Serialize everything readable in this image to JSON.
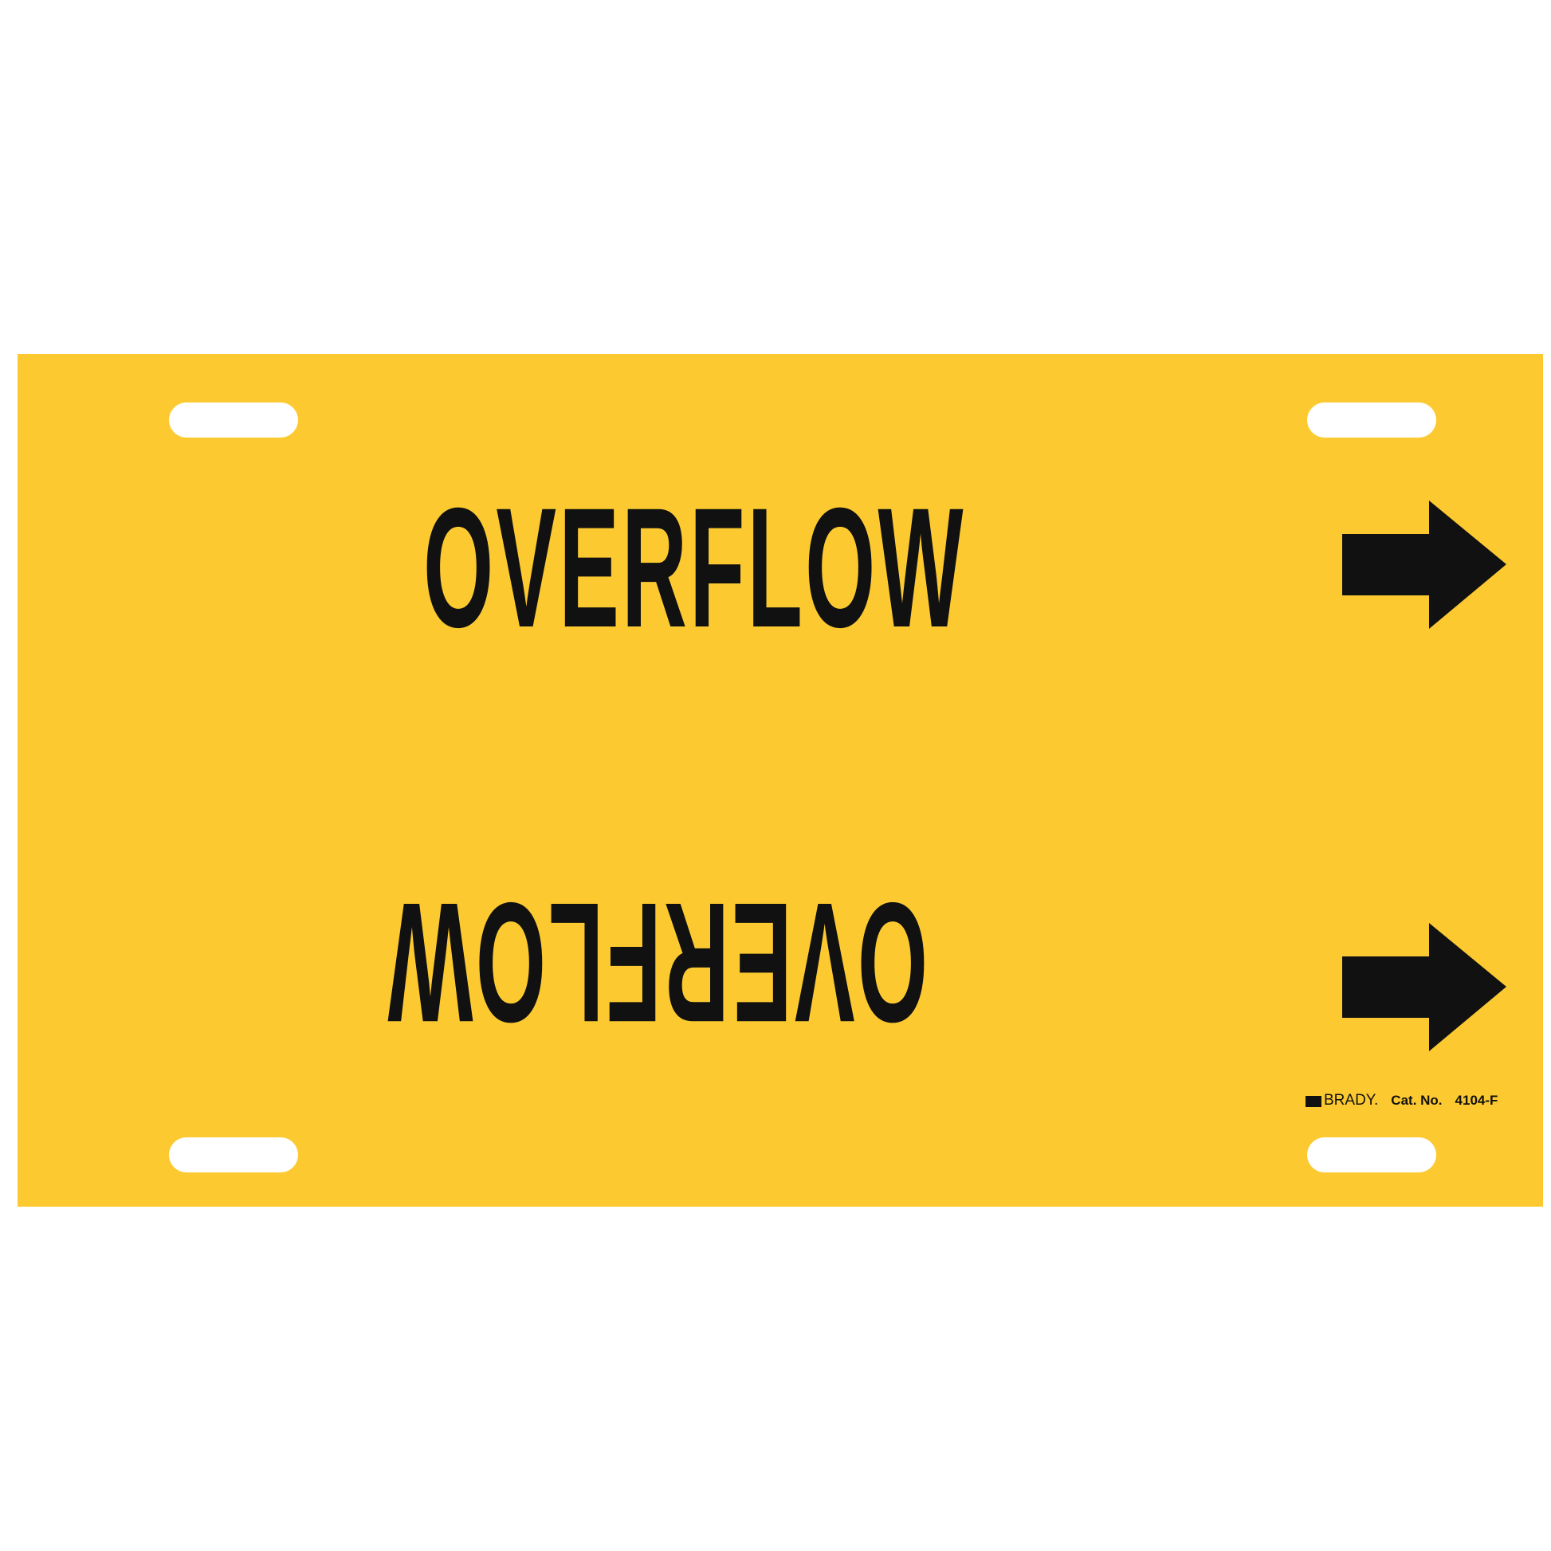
{
  "sign": {
    "legend": "OVERFLOW",
    "legend_inverted": "OVERFLOW",
    "brand": "BRADY.",
    "catalog_label": "Cat. No.",
    "catalog_number": "4104-F",
    "background_color": "#fcca30",
    "text_color": "#111111",
    "arrow_icons": [
      "arrow-right-icon",
      "arrow-right-icon"
    ]
  }
}
